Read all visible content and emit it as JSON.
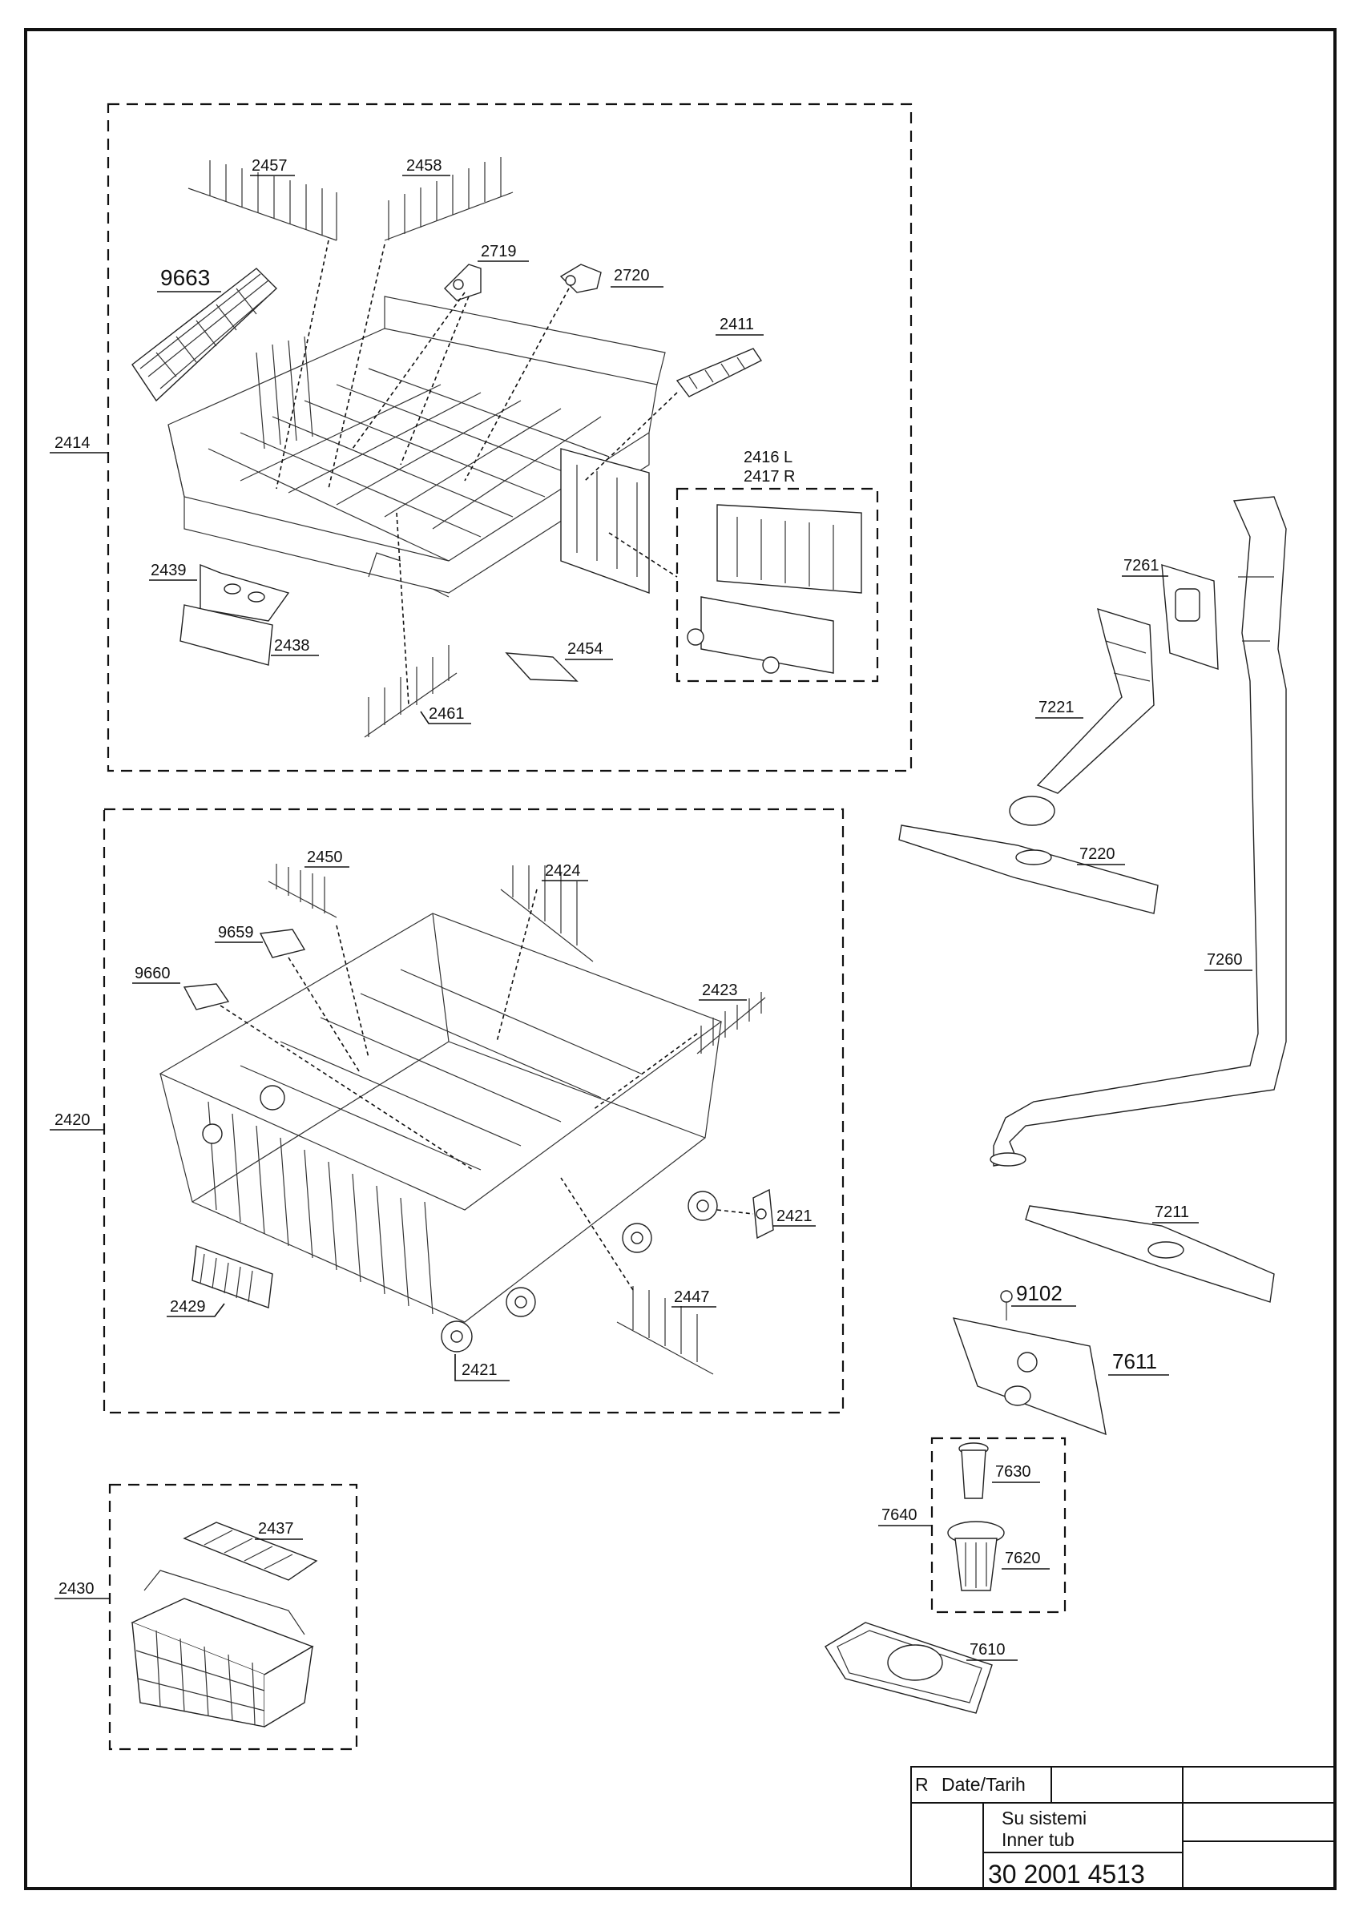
{
  "groups": {
    "upper_basket": "2414",
    "lower_basket": "2420",
    "cutlery_basket": "2430",
    "side_bracket": "2416 L",
    "side_bracket_r": "2417 R",
    "filter_group": "7640"
  },
  "labels": {
    "p2457": "2457",
    "p2458": "2458",
    "p9663": "9663",
    "p2719": "2719",
    "p2720": "2720",
    "p2411": "2411",
    "p2439": "2439",
    "p2438": "2438",
    "p2454": "2454",
    "p2461": "2461",
    "p2450": "2450",
    "p2424": "2424",
    "p9659": "9659",
    "p9660": "9660",
    "p2423": "2423",
    "p2421a": "2421",
    "p2421b": "2421",
    "p2429": "2429",
    "p2447": "2447",
    "p2437": "2437",
    "p7261": "7261",
    "p7221": "7221",
    "p7220": "7220",
    "p7260": "7260",
    "p7211": "7211",
    "p9102": "9102",
    "p7611": "7611",
    "p7630": "7630",
    "p7620": "7620",
    "p7610": "7610"
  },
  "title_block": {
    "rev": "R",
    "date_label": "Date/Tarih",
    "title_tr": "Su sistemi",
    "title_en": "Inner tub",
    "drawing_no": "30 2001 4513"
  }
}
